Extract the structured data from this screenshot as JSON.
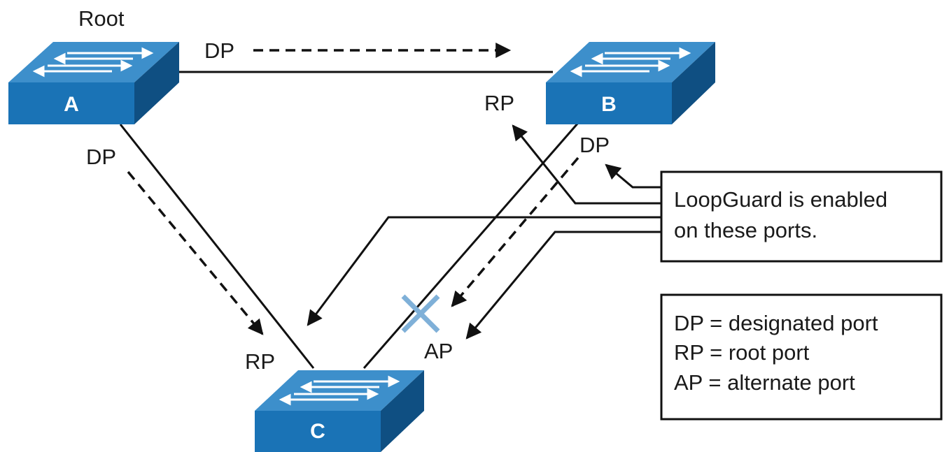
{
  "colors": {
    "switch_top": "#3d8fcb",
    "switch_front": "#1a73b6",
    "switch_side": "#0f4f82",
    "switch_arrows": "#ffffff",
    "link": "#111111",
    "blocked_x": "#7fb0d8"
  },
  "switches": {
    "a": {
      "letter": "A",
      "caption": "Root"
    },
    "b": {
      "letter": "B"
    },
    "c": {
      "letter": "C"
    }
  },
  "port_labels": {
    "ab_dp": "DP",
    "ac_dp": "DP",
    "b_rp": "RP",
    "bc_dp": "DP",
    "c_rp": "RP",
    "c_ap": "AP"
  },
  "callout": {
    "line1": "LoopGuard is enabled",
    "line2": "on these ports."
  },
  "legend": [
    "DP = designated port",
    "RP = root port",
    "AP = alternate port"
  ]
}
